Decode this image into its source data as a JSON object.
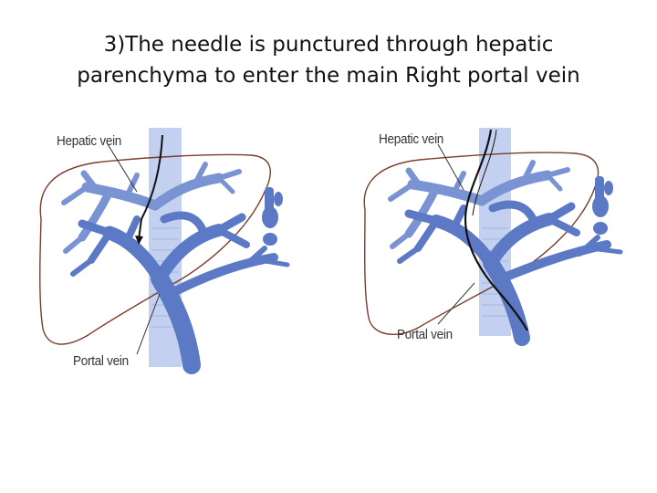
{
  "title": {
    "line1": "3)The needle is punctured through hepatic",
    "line2": "parenchyma to enter the  main Right portal vein"
  },
  "figures": [
    {
      "hepatic_label": "Hepatic vein",
      "portal_label": "Portal vein"
    },
    {
      "hepatic_label": "Hepatic vein",
      "portal_label": "Portal vein"
    }
  ],
  "colors": {
    "vein": "#5b79c4",
    "vein_light": "#8fa7dc",
    "ivc": "#b9c8ec",
    "capsule": "#7a3c2e",
    "needle": "#111111"
  }
}
